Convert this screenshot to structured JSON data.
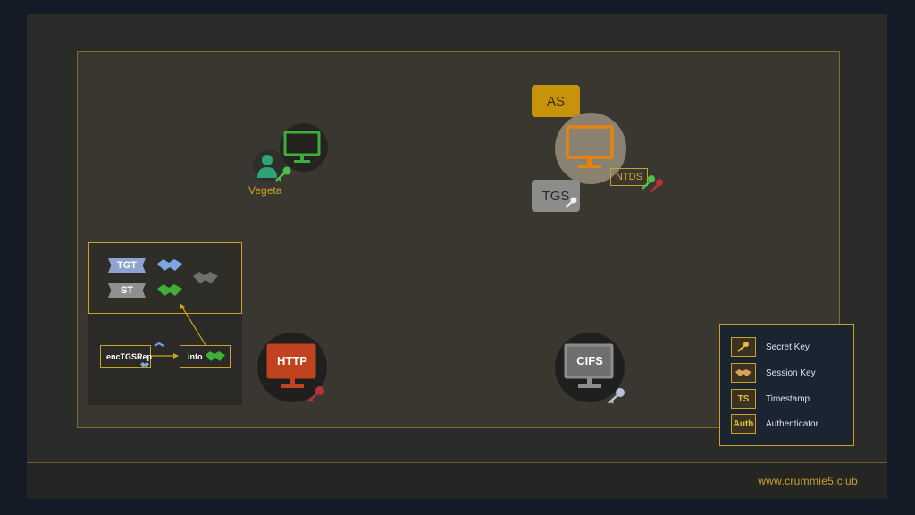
{
  "diagram": {
    "client": {
      "label": "Vegeta"
    },
    "kdc": {
      "as_label": "AS",
      "tgs_label": "TGS",
      "ntds_label": "NTDS"
    },
    "services": [
      {
        "label": "HTTP"
      },
      {
        "label": "CIFS"
      }
    ],
    "cache": {
      "tgt_label": "TGT",
      "st_label": "ST"
    },
    "flow": {
      "enc_label": "encTGSRep",
      "info_label": "info"
    }
  },
  "legend": {
    "items": [
      {
        "icon": "key-icon",
        "label": "Secret Key"
      },
      {
        "icon": "handshake-icon",
        "label": "Session Key"
      },
      {
        "icon": "TS",
        "label": "Timestamp"
      },
      {
        "icon": "Auth",
        "label": "Authenticator"
      }
    ]
  },
  "footer": {
    "site": "www.crummie5.club"
  },
  "colors": {
    "accent": "#c9a227",
    "client_green": "#3fae3a",
    "kdc_orange": "#e8820c",
    "http_red": "#c0421e",
    "cifs_gray": "#8d8d8d",
    "session_blue": "#7ea6e0"
  }
}
